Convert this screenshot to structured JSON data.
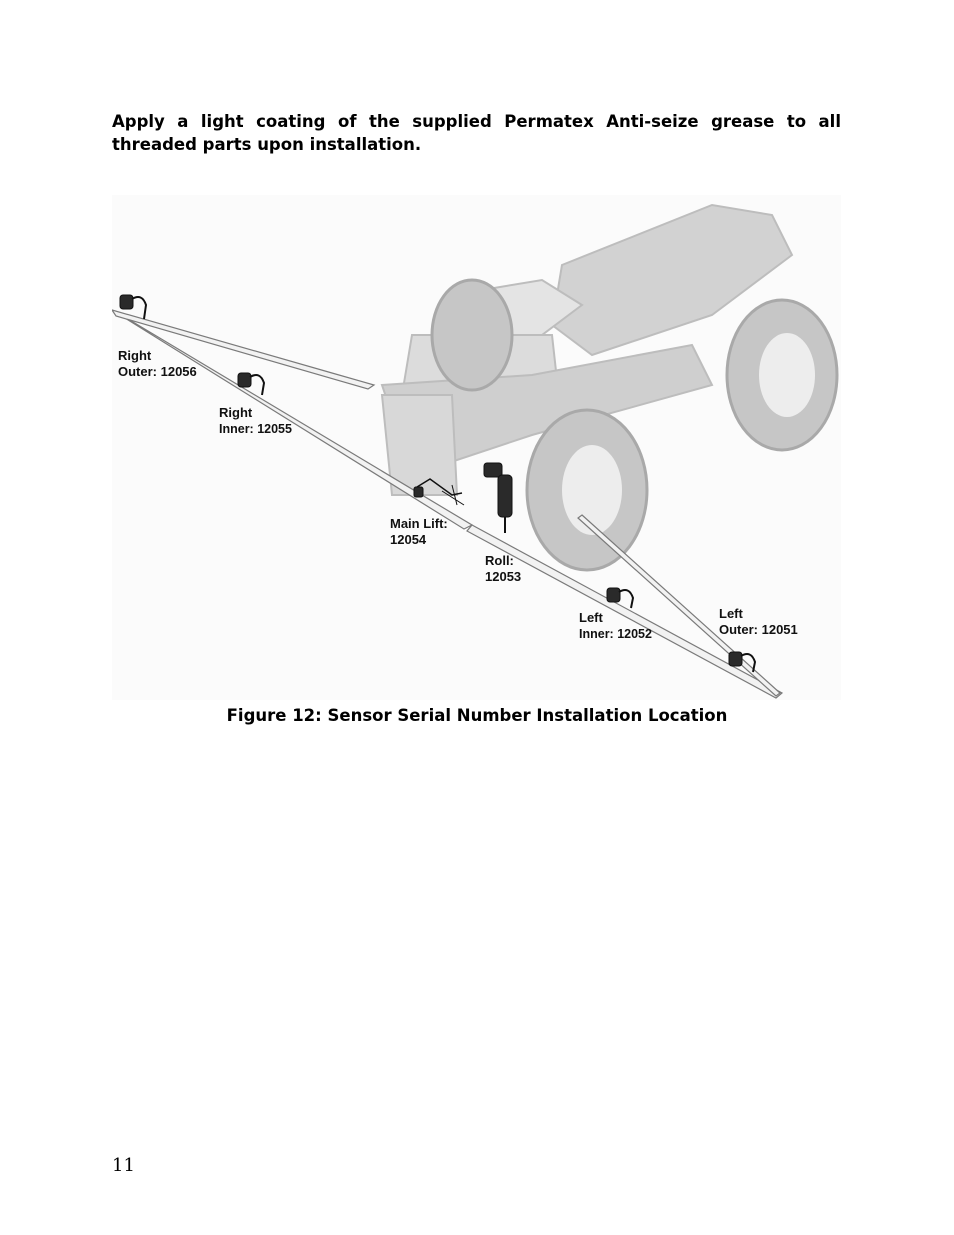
{
  "instruction": "Apply a light coating of the supplied Permatex Anti-seize grease to all threaded parts upon installation.",
  "figure": {
    "labels": [
      {
        "line1": "Right",
        "line2": "Outer: 12056"
      },
      {
        "line1": "Right",
        "line2": "Inner: 12055"
      },
      {
        "line1": "Main Lift:",
        "line2": "12054"
      },
      {
        "line1": "Roll:",
        "line2": "12053"
      },
      {
        "line1": "Left",
        "line2": "Inner: 12052"
      },
      {
        "line1": "Left",
        "line2": "Outer: 12051"
      }
    ]
  },
  "caption": "Figure 12: Sensor Serial Number Installation Location",
  "page_number": "11"
}
